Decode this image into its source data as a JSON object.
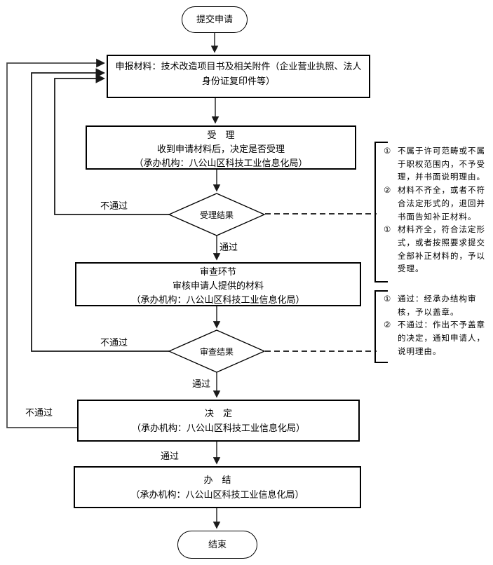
{
  "nodes": {
    "start": {
      "label": "提交申请"
    },
    "materials": {
      "label": "申报材料：技术改造项目书及相关附件（企业营业执照、法人身份证复印件等）"
    },
    "accept": {
      "line1": "受　理",
      "line2": "收到申请材料后，决定是否受理",
      "line3": "（承办机构：八公山区科技工业信息化局）"
    },
    "accept_result": {
      "label": "受理结果"
    },
    "review": {
      "line1": "审查环节",
      "line2": "审核申请人提供的材料",
      "line3": "（承办机构：八公山区科技工业信息化局）"
    },
    "review_result": {
      "label": "审查结果"
    },
    "decision": {
      "line1": "决　定",
      "line2": "（承办机构：八公山区科技工业信息化局）"
    },
    "complete": {
      "line1": "办　结",
      "line2": "（承办机构：八公山区科技工业信息化局）"
    },
    "end": {
      "label": "结束"
    }
  },
  "edges": {
    "accept_fail": "不通过",
    "accept_pass": "通过",
    "review_fail": "不通过",
    "review_pass": "通过",
    "decision_fail": "不通过",
    "decision_pass": "通过"
  },
  "annotations": [
    {
      "items": [
        {
          "marker": "①",
          "text": "不属于许可范畴或不属于职权范围内，不予受理，并书面说明理由。"
        },
        {
          "marker": "②",
          "text": "材料不齐全，或者不符合法定形式的，退回并书面告知补正材料。"
        },
        {
          "marker": "①",
          "text": "材料齐全，符合法定形式，或者按照要求提交全部补正材料的，予以受理。"
        }
      ]
    },
    {
      "items": [
        {
          "marker": "①",
          "text": "通过：经承办结构审核，予以盖章。"
        },
        {
          "marker": "②",
          "text": "不通过：作出不予盖章的决定，通知申请人，说明理由。"
        }
      ]
    }
  ],
  "colors": {
    "border": "#000000",
    "line": "#1a1a1a",
    "text": "#000000",
    "background": "#ffffff"
  }
}
